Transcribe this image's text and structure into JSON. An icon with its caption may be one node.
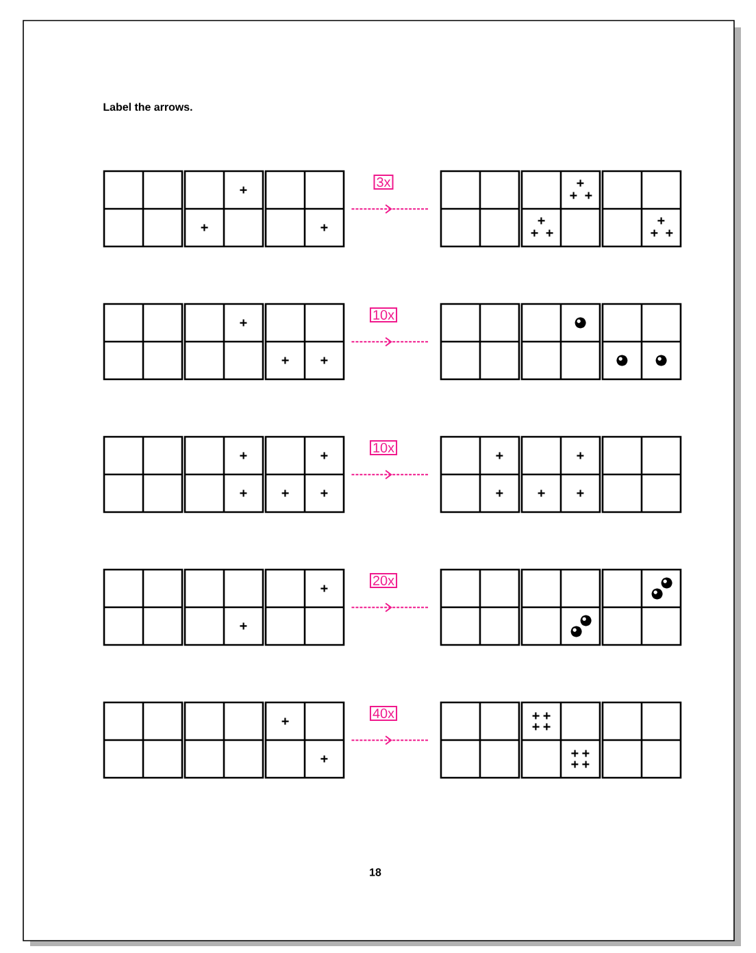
{
  "diagram": {
    "title": "Label the arrows.",
    "nodes": [
      {
        "text": [],
        "shape": "grid"
      },
      {
        "text": [],
        "shape": "grid"
      },
      {
        "text": [],
        "shape": "grid"
      },
      {
        "text": [],
        "shape": "grid"
      },
      {
        "text": [],
        "shape": "grid"
      },
      {
        "text": [],
        "shape": "grid"
      },
      {
        "text": [],
        "shape": "grid"
      },
      {
        "text": [],
        "shape": "grid"
      },
      {
        "text": [],
        "shape": "grid"
      },
      {
        "text": [],
        "shape": "grid"
      }
    ],
    "edges": [
      {
        "from": 0,
        "to": 1,
        "arrow": "to",
        "label": "3x",
        "style": "dashed"
      },
      {
        "from": 2,
        "to": 3,
        "arrow": "to",
        "label": "10x",
        "style": "dashed"
      },
      {
        "from": 4,
        "to": 5,
        "arrow": "to",
        "label": "10x",
        "style": "dashed"
      },
      {
        "from": 6,
        "to": 7,
        "arrow": "to",
        "label": "20x",
        "style": "dashed"
      },
      {
        "from": 8,
        "to": 9,
        "arrow": "to",
        "label": "40x",
        "style": "dashed"
      }
    ],
    "labels": [
      "18"
    ]
  }
}
